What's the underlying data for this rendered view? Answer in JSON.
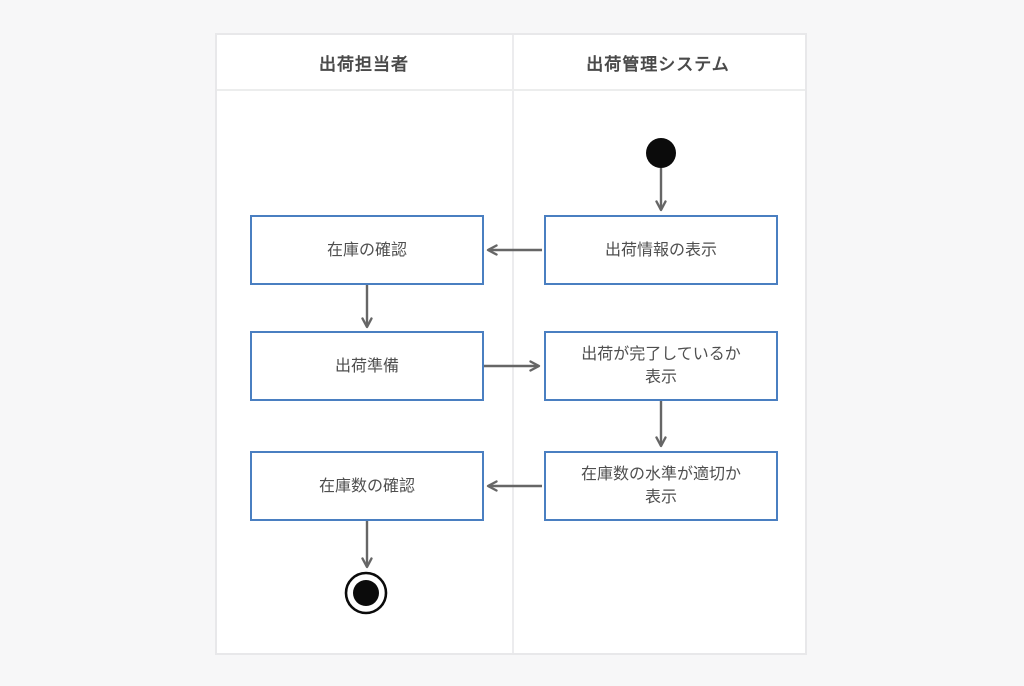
{
  "diagram": {
    "type": "activity-swimlane",
    "lanes": [
      {
        "label": "出荷担当者"
      },
      {
        "label": "出荷管理システム"
      }
    ],
    "nodes": [
      {
        "name": "check-inventory",
        "lane": "出荷担当者",
        "lines": [
          "在庫の確認"
        ]
      },
      {
        "name": "display-shipping-info",
        "lane": "出荷管理システム",
        "lines": [
          "出荷情報の表示"
        ]
      },
      {
        "name": "prepare-shipment",
        "lane": "出荷担当者",
        "lines": [
          "出荷準備"
        ]
      },
      {
        "name": "display-shipment-complete",
        "lane": "出荷管理システム",
        "lines": [
          "出荷が完了しているか",
          "表示"
        ]
      },
      {
        "name": "check-inventory-count",
        "lane": "出荷担当者",
        "lines": [
          "在庫数の確認"
        ]
      },
      {
        "name": "display-stock-level",
        "lane": "出荷管理システム",
        "lines": [
          "在庫数の水準が適切か",
          "表示"
        ]
      }
    ],
    "edges": [
      {
        "from": "start",
        "to": "display-shipping-info"
      },
      {
        "from": "display-shipping-info",
        "to": "check-inventory"
      },
      {
        "from": "check-inventory",
        "to": "prepare-shipment"
      },
      {
        "from": "prepare-shipment",
        "to": "display-shipment-complete"
      },
      {
        "from": "display-shipment-complete",
        "to": "display-stock-level"
      },
      {
        "from": "display-stock-level",
        "to": "check-inventory-count"
      },
      {
        "from": "check-inventory-count",
        "to": "end"
      }
    ],
    "colors": {
      "page_bg": "#f7f7f8",
      "panel_bg": "#ffffff",
      "panel_border": "#e8e8ea",
      "lane_divider": "#ececee",
      "box_border": "#4a7fc1",
      "text": "#4f4f4f",
      "arrow": "#666666",
      "node": "#0b0b0b"
    }
  }
}
